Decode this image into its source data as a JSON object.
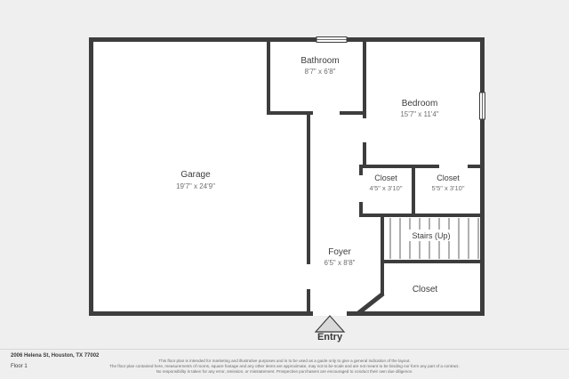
{
  "colors": {
    "background": "#efefef",
    "wall": "#3d3d3d",
    "room_fill": "#ffffff",
    "name_text": "#3c3c3c",
    "dim_text": "#6e6e6e"
  },
  "rooms": {
    "garage": {
      "name": "Garage",
      "dims": "19'7\" x 24'9\""
    },
    "bathroom": {
      "name": "Bathroom",
      "dims": "8'7\" x 6'8\""
    },
    "bedroom": {
      "name": "Bedroom",
      "dims": "15'7\" x 11'4\""
    },
    "closet_hall": {
      "name": "Closet",
      "dims": "4'5\" x 3'10\""
    },
    "closet_bedroom": {
      "name": "Closet",
      "dims": "5'5\" x 3'10\""
    },
    "stairs": {
      "name": "Stairs (Up)"
    },
    "foyer": {
      "name": "Foyer",
      "dims": "6'5\" x 8'8\""
    },
    "closet_entry": {
      "name": "Closet"
    }
  },
  "entry": {
    "label": "Entry"
  },
  "footer": {
    "address": "2006 Helena St, Houston, TX 77002",
    "floor": "Floor 1",
    "disclaimer": [
      "This floor plan is intended for marketing and illustrative purposes and is to be used as a guide only to give a general indication of the layout.",
      "The floor plan contained here, measurements of rooms, square footage and any other items are approximate, may not to be scale and are not meant to be binding nor form any part of a contract.",
      "No responsibility is taken for any error, omission, or misstatement. Prospective purchasers are encouraged to conduct their own due diligence."
    ]
  }
}
